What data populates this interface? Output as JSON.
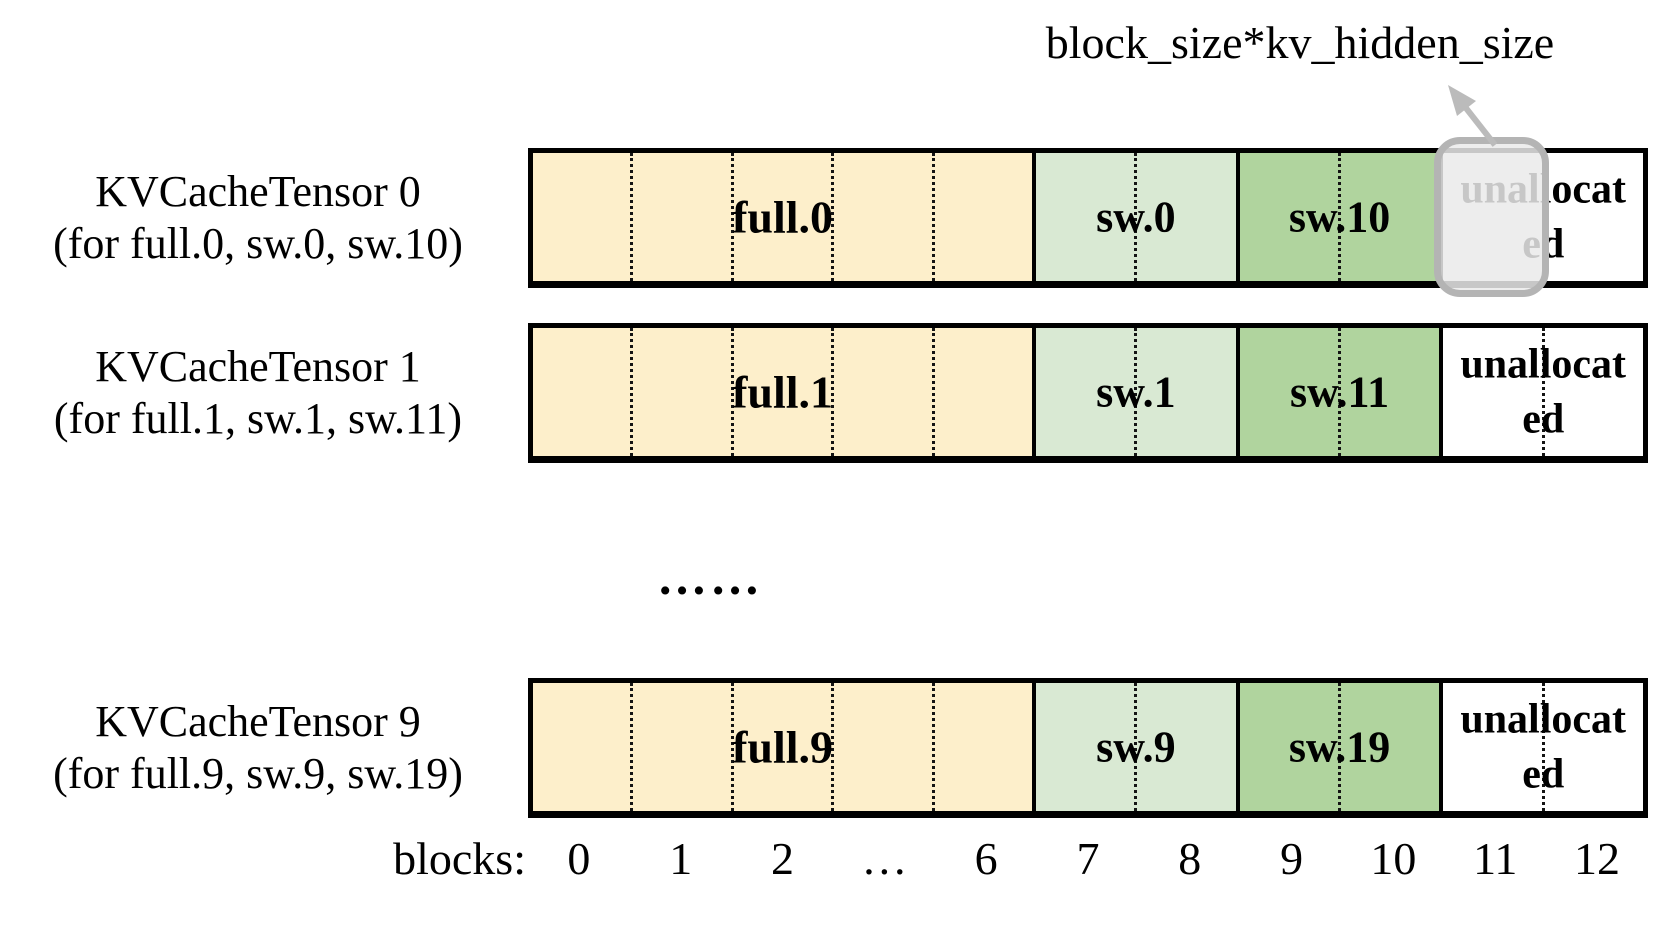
{
  "annotation": {
    "label": "block_size*kv_hidden_size"
  },
  "rows": [
    {
      "title": "KVCacheTensor 0",
      "subtitle": "(for full.0, sw.0, sw.10)",
      "segments": [
        {
          "label": "full.0",
          "blocks": 5,
          "color_key": "full"
        },
        {
          "label": "sw.0",
          "blocks": 2,
          "color_key": "sw_light"
        },
        {
          "label": "sw.10",
          "blocks": 2,
          "color_key": "sw_dark"
        },
        {
          "label": "unallocated",
          "blocks": 2,
          "color_key": "unallocated"
        }
      ],
      "highlighted_block": "11"
    },
    {
      "title": "KVCacheTensor 1",
      "subtitle": "(for full.1, sw.1, sw.11)",
      "segments": [
        {
          "label": "full.1",
          "blocks": 5,
          "color_key": "full"
        },
        {
          "label": "sw.1",
          "blocks": 2,
          "color_key": "sw_light"
        },
        {
          "label": "sw.11",
          "blocks": 2,
          "color_key": "sw_dark"
        },
        {
          "label": "unallocated",
          "blocks": 2,
          "color_key": "unallocated"
        }
      ]
    },
    {
      "title": "KVCacheTensor 9",
      "subtitle": "(for full.9, sw.9, sw.19)",
      "segments": [
        {
          "label": "full.9",
          "blocks": 5,
          "color_key": "full"
        },
        {
          "label": "sw.9",
          "blocks": 2,
          "color_key": "sw_light"
        },
        {
          "label": "sw.19",
          "blocks": 2,
          "color_key": "sw_dark"
        },
        {
          "label": "unallocated",
          "blocks": 2,
          "color_key": "unallocated"
        }
      ]
    }
  ],
  "ellipsis": "……",
  "blocks_axis": {
    "label": "blocks:",
    "ticks": [
      "0",
      "1",
      "2",
      "…",
      "6",
      "7",
      "8",
      "9",
      "10",
      "11",
      "12"
    ]
  },
  "colors": {
    "full": "#FDEFCB",
    "sw_light": "#D9E9D3",
    "sw_dark": "#B0D49E",
    "unallocated": "#FFFFFF",
    "highlight_fill": "rgba(234,234,234,0.85)",
    "highlight_border": "#B4B4B4",
    "arrow": "#BBBBBB"
  }
}
